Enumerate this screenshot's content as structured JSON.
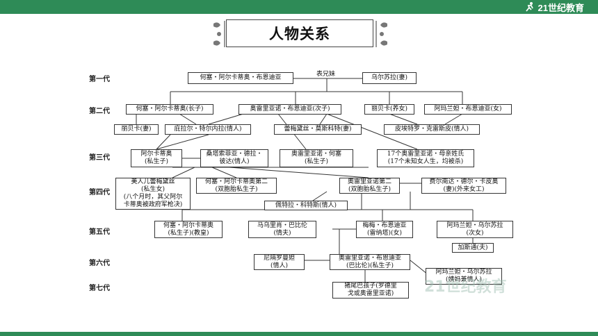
{
  "header": {
    "logo_text": "21世纪教育",
    "brand_color": "#2e8b57"
  },
  "title": "人物关系",
  "generations": [
    "第一代",
    "第二代",
    "第三代",
    "第四代",
    "第五代",
    "第六代",
    "第七代"
  ],
  "relation_label": "表兄妹",
  "nodes": {
    "jose_arcadio_buendia": [
      "何塞・阿尔卡蒂奥・布恩迪亚"
    ],
    "ursula": [
      "乌尔苏拉(妻)"
    ],
    "jose_arcadio_son": [
      "何塞・阿尔卡蒂奥(长子)"
    ],
    "aureliano_col": [
      "奥雷里亚诺・布恩迪亚(次子)"
    ],
    "rebeca": [
      "丽贝卡(养女)"
    ],
    "amaranta": [
      "阿玛兰妲・布恩迪亚(女)"
    ],
    "rebeca_wife": [
      "丽贝卡(妻)"
    ],
    "pilar": [
      "庇拉尔・特尔内拉(情人)"
    ],
    "remedios": [
      "蕾梅黛丝・莫斯科特(妻)"
    ],
    "pietro": [
      "皮埃特罗・克雷斯皮(情人)"
    ],
    "arcadio": [
      "阿尔卡蒂奥",
      "(私生子)"
    ],
    "santa_sofia": [
      "桑塔索菲亚・德拉・",
      "彼达(情人)"
    ],
    "aureliano_jose": [
      "奥雷里亚诺・何塞",
      "(私生子)"
    ],
    "seventeen": [
      "17个奥雷里亚诺・母亲姓氏",
      "(17个未知女人生，均被杀)"
    ],
    "remedios_beauty": [
      "美人儿蕾梅黛丝",
      "(私生女)",
      "(八个月时，其父阿尔",
      "卡蒂奥被政府军枪决)"
    ],
    "jose_arcadio_ii": [
      "何塞・阿尔卡蒂奥第二",
      "(双胞胎私生子)"
    ],
    "aureliano_ii": [
      "奥雷里亚诺第二",
      "(双胞胎私生子)"
    ],
    "fernanda": [
      "费尔南达・德尔・卡皮奥",
      "(妻)(外来女工)"
    ],
    "petra": [
      "佩特拉・科特斯(情人)"
    ],
    "jose_arcadio_v": [
      "何塞・阿尔卡蒂奥",
      "(私生子)(教皇)"
    ],
    "mauricio": [
      "马乌里肖・巴比伦",
      "(情夫)"
    ],
    "meme": [
      "梅梅・布恩迪亚",
      "(雷纳塔)(女)"
    ],
    "amaranta_ursula": [
      "阿玛兰妲・乌尔苏拉",
      "(次女)"
    ],
    "gaston": [
      "加斯通(夫)"
    ],
    "nigromanta": [
      "尼隔罗曼妲",
      "(情人)"
    ],
    "aureliano_babilonia": [
      "奥雷里亚诺・布恩迪亚",
      "(巴比伦)(私生子)"
    ],
    "amaranta_ursula_lover": [
      "阿玛兰妲・乌尔苏拉",
      "(姨妈兼情人)"
    ],
    "pig_tail": [
      "猪尾巴孩子(罗德里",
      "戈或奥雷里亚诺)"
    ]
  },
  "watermark": "21世纪教育"
}
